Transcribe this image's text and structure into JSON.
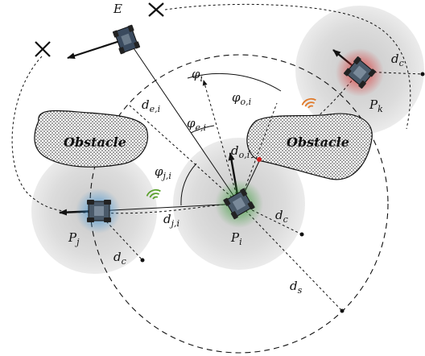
{
  "labels": {
    "evader": "E",
    "robot_i": {
      "base": "P",
      "sub": "i"
    },
    "robot_j": {
      "base": "P",
      "sub": "j"
    },
    "robot_k": {
      "base": "P",
      "sub": "k"
    },
    "obstacle_left": "Obstacle",
    "obstacle_right": "Obstacle",
    "phi_i": {
      "base": "φ",
      "sub": "i"
    },
    "phi_oi": {
      "base": "φ",
      "sub": "o,i"
    },
    "phi_ei": {
      "base": "φ",
      "sub": "e,i"
    },
    "phi_ji": {
      "base": "φ",
      "sub": "j,i"
    },
    "d_ei": {
      "base": "d",
      "sub": "e,i"
    },
    "d_oi": {
      "base": "d",
      "sub": "o,i"
    },
    "d_ji": {
      "base": "d",
      "sub": "j,i"
    },
    "d_c_i": {
      "base": "d",
      "sub": "c"
    },
    "d_c_j": {
      "base": "d",
      "sub": "c"
    },
    "d_c_k": {
      "base": "d",
      "sub": "c"
    },
    "d_s": {
      "base": "d",
      "sub": "s"
    }
  },
  "colors": {
    "robot_i_glow": "#2e9b2e",
    "robot_j_glow": "#2f8fd8",
    "robot_k_glow": "#e02a2a",
    "evader_body": "#3a4a5e",
    "wifi_green": "#5aa02c",
    "wifi_orange": "#e07a2a",
    "obstacle_point": "#d42020"
  }
}
